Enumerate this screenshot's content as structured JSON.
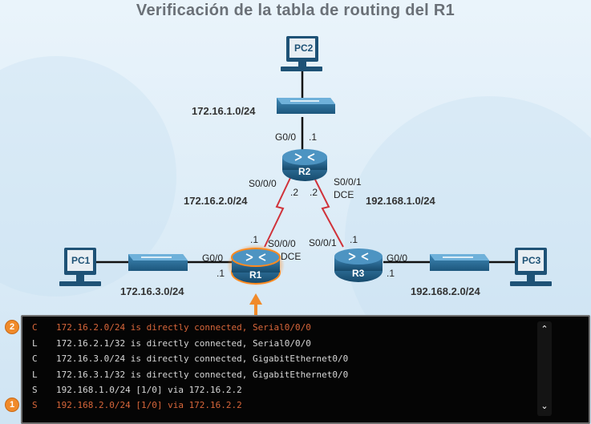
{
  "title": "Verificación de la tabla de routing del R1",
  "devices": {
    "pc1": "PC1",
    "pc2": "PC2",
    "pc3": "PC3",
    "r1": "R1",
    "r2": "R2",
    "r3": "R3"
  },
  "networks": {
    "n1": "172.16.1.0/24",
    "n2": "172.16.2.0/24",
    "n3": "172.16.3.0/24",
    "n4": "192.168.1.0/24",
    "n5": "192.168.2.0/24"
  },
  "interfaces": {
    "r2_g00": "G0/0",
    "r2_g00_ip": ".1",
    "r2_s000": "S0/0/0",
    "r2_s000_ip": ".2",
    "r2_s001": "S0/0/1",
    "r2_s001_dce": "DCE",
    "r2_s001_ip": ".2",
    "r1_s000": "S0/0/0",
    "r1_s000_dce": "DCE",
    "r1_s000_ip": ".1",
    "r1_g00": "G0/0",
    "r1_g00_ip": ".1",
    "r3_s001": "S0/0/1",
    "r3_s001_ip": ".1",
    "r3_g00": "G0/0",
    "r3_g00_ip": ".1"
  },
  "terminal": {
    "lines": [
      {
        "code": "C",
        "text": "172.16.2.0/24 is directly connected, Serial0/0/0",
        "highlight": true
      },
      {
        "code": "L",
        "text": "172.16.2.1/32 is directly connected, Serial0/0/0",
        "highlight": false
      },
      {
        "code": "C",
        "text": "172.16.3.0/24 is directly connected, GigabitEthernet0/0",
        "highlight": false
      },
      {
        "code": "L",
        "text": "172.16.3.1/32 is directly connected, GigabitEthernet0/0",
        "highlight": false
      },
      {
        "code": "S",
        "text": "192.168.1.0/24 [1/0] via 172.16.2.2",
        "highlight": false
      },
      {
        "code": "S",
        "text": "192.168.2.0/24 [1/0] via 172.16.2.2",
        "highlight": true
      }
    ],
    "badges": {
      "b2": "2",
      "b1": "1"
    }
  },
  "colors": {
    "highlight": "#d8663a",
    "badge": "#f08a2a",
    "router": "#1f5f86",
    "serial_link": "#d0323a"
  }
}
